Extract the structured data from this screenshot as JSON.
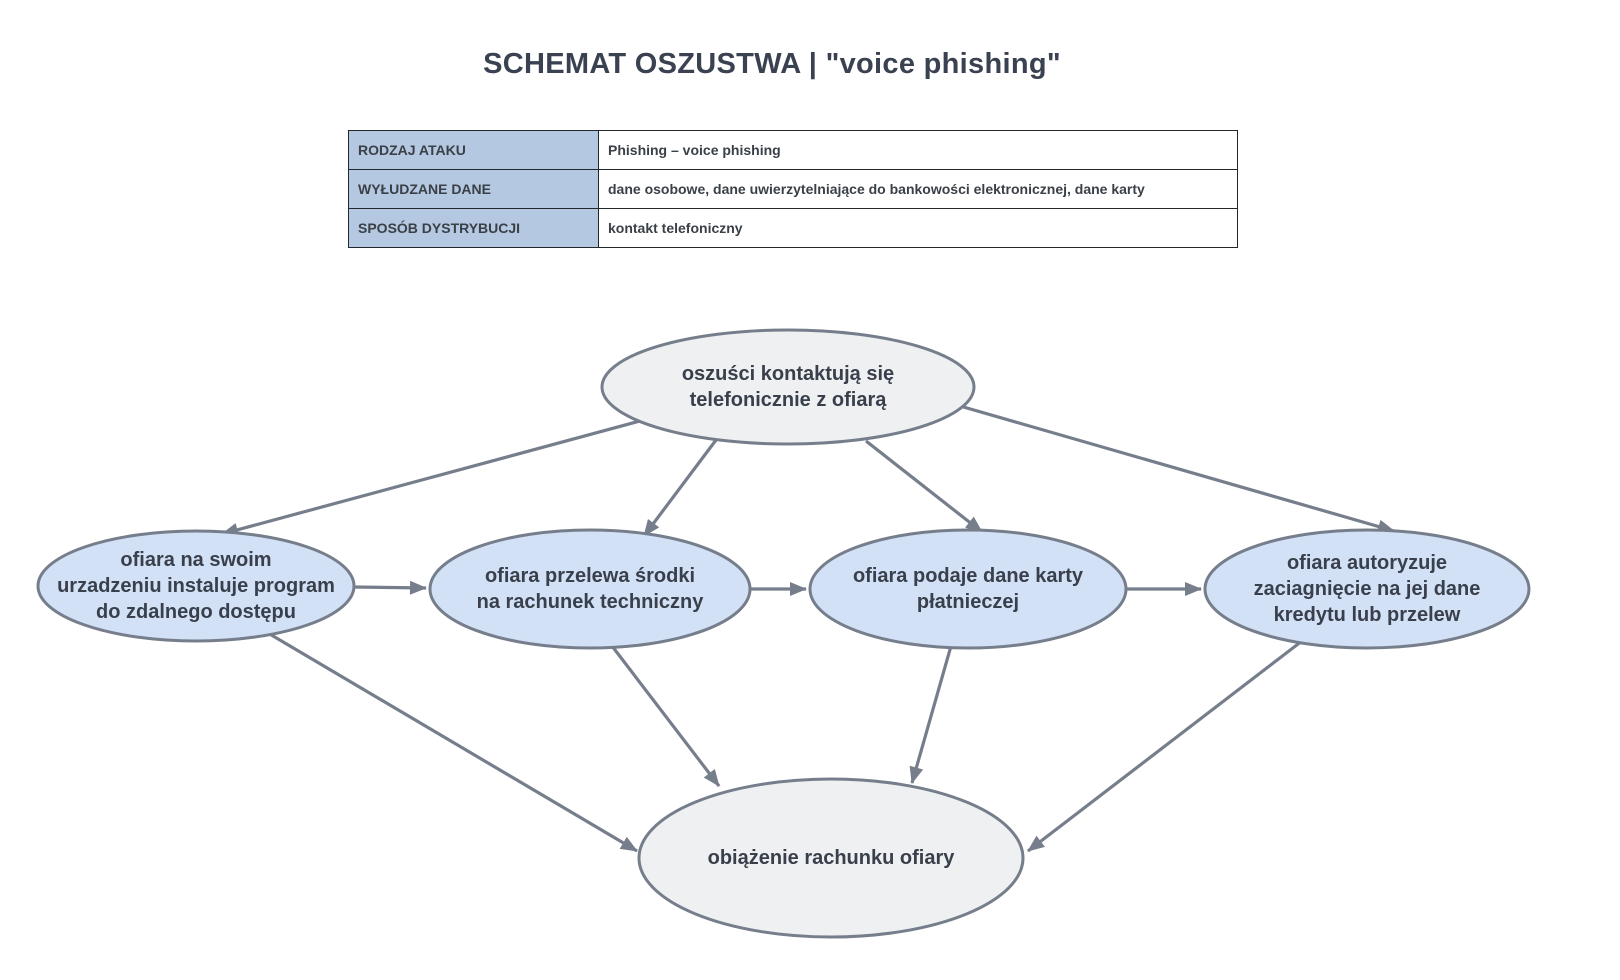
{
  "page": {
    "title": "SCHEMAT OSZUSTWA | \"voice phishing\""
  },
  "info_table": {
    "rows": [
      {
        "label": "RODZAJ ATAKU",
        "value": "Phishing – voice phishing"
      },
      {
        "label": "WYŁUDZANE DANE",
        "value": "dane osobowe, dane uwierzytelniające do bankowości elektronicznej, dane karty"
      },
      {
        "label": "SPOSÓB DYSTRYBUCJI",
        "value": "kontakt telefoniczny"
      }
    ]
  },
  "flowchart": {
    "nodes": [
      {
        "id": "contact",
        "style": "gray",
        "lines": [
          "oszuści kontaktują się",
          "telefonicznie z ofiarą"
        ]
      },
      {
        "id": "install-remote-access",
        "style": "blue",
        "lines": [
          "ofiara na swoim",
          "urzadzeniu instaluje program",
          "do zdalnego dostępu"
        ]
      },
      {
        "id": "transfer-funds",
        "style": "blue",
        "lines": [
          "ofiara przelewa środki",
          "na rachunek techniczny"
        ]
      },
      {
        "id": "card-data",
        "style": "blue",
        "lines": [
          "ofiara podaje dane karty",
          "płatnieczej"
        ]
      },
      {
        "id": "authorize-credit",
        "style": "blue",
        "lines": [
          "ofiara autoryzuje",
          "zaciagnięcie na jej dane",
          "kredytu lub przelew"
        ]
      },
      {
        "id": "account-debit",
        "style": "gray",
        "lines": [
          "obiążenie rachunku ofiary"
        ]
      }
    ],
    "edges": [
      {
        "from": "contact",
        "to": "install-remote-access"
      },
      {
        "from": "contact",
        "to": "transfer-funds"
      },
      {
        "from": "contact",
        "to": "card-data"
      },
      {
        "from": "contact",
        "to": "authorize-credit"
      },
      {
        "from": "install-remote-access",
        "to": "transfer-funds"
      },
      {
        "from": "transfer-funds",
        "to": "card-data"
      },
      {
        "from": "card-data",
        "to": "authorize-credit"
      },
      {
        "from": "install-remote-access",
        "to": "account-debit"
      },
      {
        "from": "transfer-funds",
        "to": "account-debit"
      },
      {
        "from": "card-data",
        "to": "account-debit"
      },
      {
        "from": "authorize-credit",
        "to": "account-debit"
      }
    ]
  },
  "colors": {
    "node_blue_fill": "#d3e1f7",
    "node_gray_fill": "#eff0f2",
    "node_border": "#767e8c",
    "arrow": "#767e8c",
    "table_label_bg": "#b5c8e1",
    "table_border": "#23262b",
    "text": "#3a4150"
  }
}
